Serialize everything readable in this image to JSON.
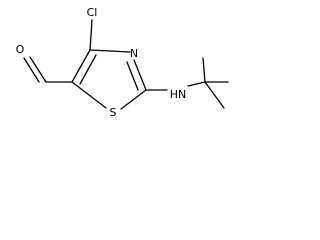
{
  "molecule": {
    "atoms": {
      "chlorine": "Cl",
      "oxygen": "O",
      "nitrogen_ring": "N",
      "sulfur": "S",
      "amine": "HN"
    }
  }
}
